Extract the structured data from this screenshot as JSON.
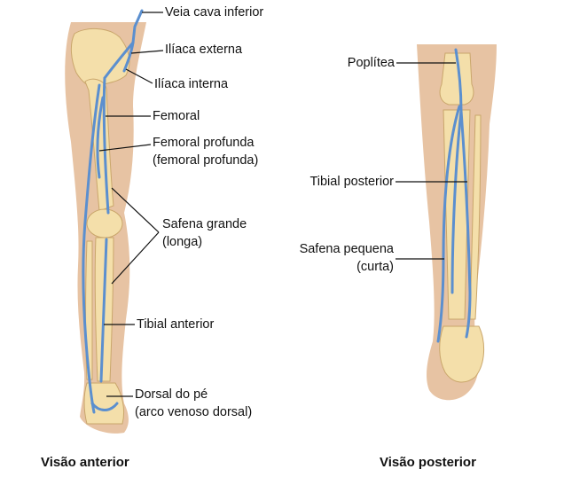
{
  "anterior": {
    "caption": "Visão anterior",
    "labels": {
      "veia_cava_inferior": "Veia cava inferior",
      "iliaca_externa": "Ilíaca externa",
      "iliaca_interna": "Ilíaca interna",
      "femoral": "Femoral",
      "femoral_profunda_1": "Femoral profunda",
      "femoral_profunda_2": "(femoral profunda)",
      "safena_grande_1": "Safena grande",
      "safena_grande_2": "(longa)",
      "tibial_anterior": "Tibial anterior",
      "dorsal_pe_1": "Dorsal do pé",
      "dorsal_pe_2": "(arco venoso dorsal)"
    }
  },
  "posterior": {
    "caption": "Visão posterior",
    "labels": {
      "poplitea": "Poplítea",
      "tibial_posterior": "Tibial posterior",
      "safena_pequena_1": "Safena pequena",
      "safena_pequena_2": "(curta)"
    }
  },
  "colors": {
    "skin": "#e7c3a3",
    "bone": "#f4dfaa",
    "vein": "#5b8fcf",
    "leader": "#111111"
  }
}
